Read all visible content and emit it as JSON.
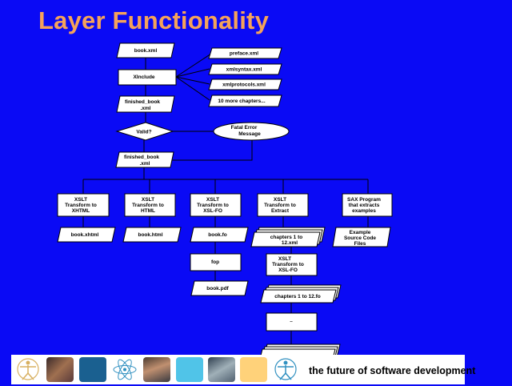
{
  "slide": {
    "title": "Layer Functionality",
    "tagline": "the future of software development"
  },
  "diagram": {
    "nodes": {
      "book_xml": "book.xml",
      "xinclude": "XInclude",
      "preface": "preface.xml",
      "xmlsyntax": "xmlsyntax.xml",
      "xmlprotocols": "xmlprotocols.xml",
      "more_chapters": "10 more chapters...",
      "finished_book_1": [
        "finished_book",
        ".xml"
      ],
      "valid": "Valid?",
      "error_message": [
        "Fatal Error",
        "Message"
      ],
      "finished_book_2": [
        "finished_book",
        ".xml"
      ],
      "xslt_xhtml": [
        "XSLT",
        "Transform to",
        "XHTML"
      ],
      "xslt_html": [
        "XSLT",
        "Transform to",
        "HTML"
      ],
      "xslt_xslfo": [
        "XSLT",
        "Transform to",
        "XSL-FO"
      ],
      "xslt_extract": [
        "XSLT",
        "Transform to",
        "Extract"
      ],
      "sax_program": [
        "SAX Program",
        "that extracts",
        "examples"
      ],
      "book_xhtml": "book.xhtml",
      "book_html": "book.html",
      "book_fo": "book.fo",
      "chapters_xml": [
        "chapters 1 to",
        "12.xml"
      ],
      "example_files": [
        "Example",
        "Source Code",
        "Files"
      ],
      "fop": "fop",
      "book_pdf": "book.pdf",
      "xslt_chapters_fo": [
        "XSLT",
        "Transform to",
        "XSL-FO"
      ],
      "chapters_fo": "chapters 1 to 12.fo",
      "process_last": "..",
      "output_last": ". . . . . . ."
    }
  },
  "footer": {
    "tiles": [
      {
        "icon": "human-figure-icon",
        "color": "#ffffff"
      },
      {
        "icon": "people-photo-icon",
        "color": "#7a4a3a"
      },
      {
        "icon": "blank-tile-icon",
        "color": "#1a6090"
      },
      {
        "icon": "atom-icon",
        "color": "#ffffff"
      },
      {
        "icon": "person-photo-icon",
        "color": "#8a6a50"
      },
      {
        "icon": "blank-tile-icon",
        "color": "#50c4e8"
      },
      {
        "icon": "laptop-photo-icon",
        "color": "#607080"
      },
      {
        "icon": "blank-tile-icon",
        "color": "#ffd27a"
      },
      {
        "icon": "human-figure-icon",
        "color": "#ffffff"
      }
    ]
  },
  "colors": {
    "background": "#0a0af5",
    "title": "#f5a35a"
  }
}
